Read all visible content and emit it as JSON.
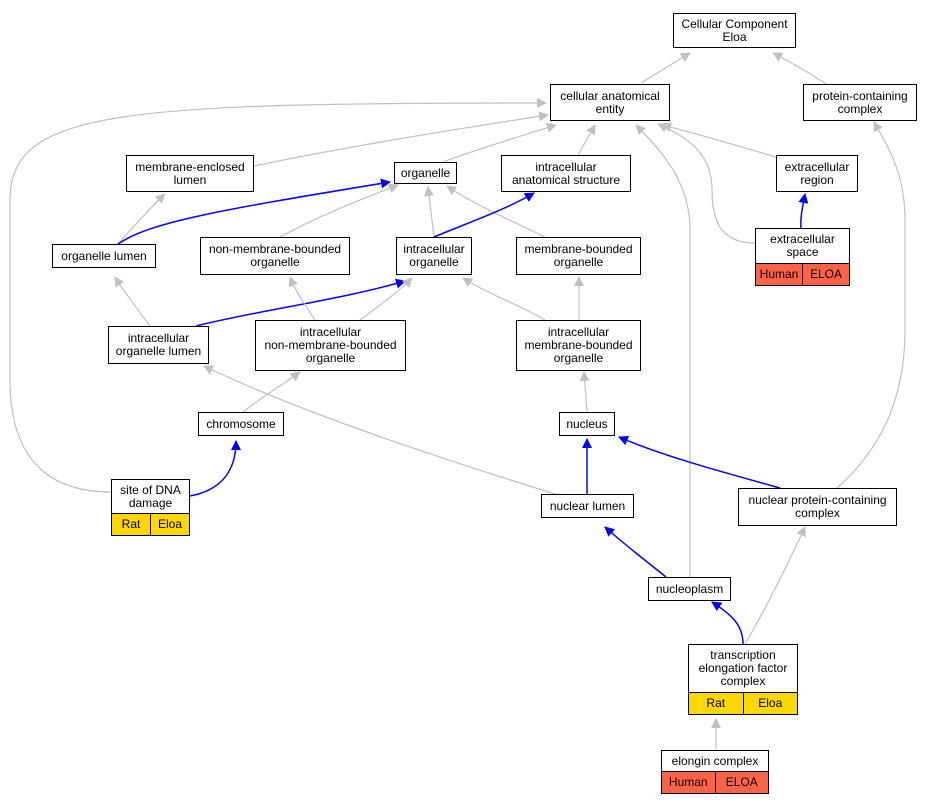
{
  "colors": {
    "gray_edge": "#c0c0c0",
    "blue_edge": "#0000ff",
    "yellow": "#ffd700",
    "red": "#ff6347"
  },
  "nodes": {
    "root": {
      "label": "Cellular Component\nEloa"
    },
    "cae": {
      "label": "cellular anatomical\nentity"
    },
    "pcc": {
      "label": "protein-containing\ncomplex"
    },
    "mel": {
      "label": "membrane-enclosed\nlumen"
    },
    "org": {
      "label": "organelle"
    },
    "ias": {
      "label": "intracellular\nanatomical structure"
    },
    "ecr": {
      "label": "extracellular\nregion"
    },
    "ol": {
      "label": "organelle lumen"
    },
    "nmbo": {
      "label": "non-membrane-bounded\norganelle"
    },
    "io": {
      "label": "intracellular\norganelle"
    },
    "mbo": {
      "label": "membrane-bounded\norganelle"
    },
    "ecs": {
      "label": "extracellular\nspace",
      "species": [
        "Human",
        "ELOA"
      ],
      "color": "red"
    },
    "iol": {
      "label": "intracellular\norganelle lumen"
    },
    "inmbo": {
      "label": "intracellular\nnon-membrane-bounded\norganelle"
    },
    "imbo": {
      "label": "intracellular\nmembrane-bounded\norganelle"
    },
    "chr": {
      "label": "chromosome"
    },
    "nuc": {
      "label": "nucleus"
    },
    "sdd": {
      "label": "site of DNA\ndamage",
      "species": [
        "Rat",
        "Eloa"
      ],
      "color": "yellow"
    },
    "nl": {
      "label": "nuclear lumen"
    },
    "npcc": {
      "label": "nuclear protein-containing\ncomplex"
    },
    "npl": {
      "label": "nucleoplasm"
    },
    "tefc": {
      "label": "transcription\nelongation factor\ncomplex",
      "species": [
        "Rat",
        "Eloa"
      ],
      "color": "yellow"
    },
    "ec": {
      "label": "elongin complex",
      "species": [
        "Human",
        "ELOA"
      ],
      "color": "red"
    }
  }
}
